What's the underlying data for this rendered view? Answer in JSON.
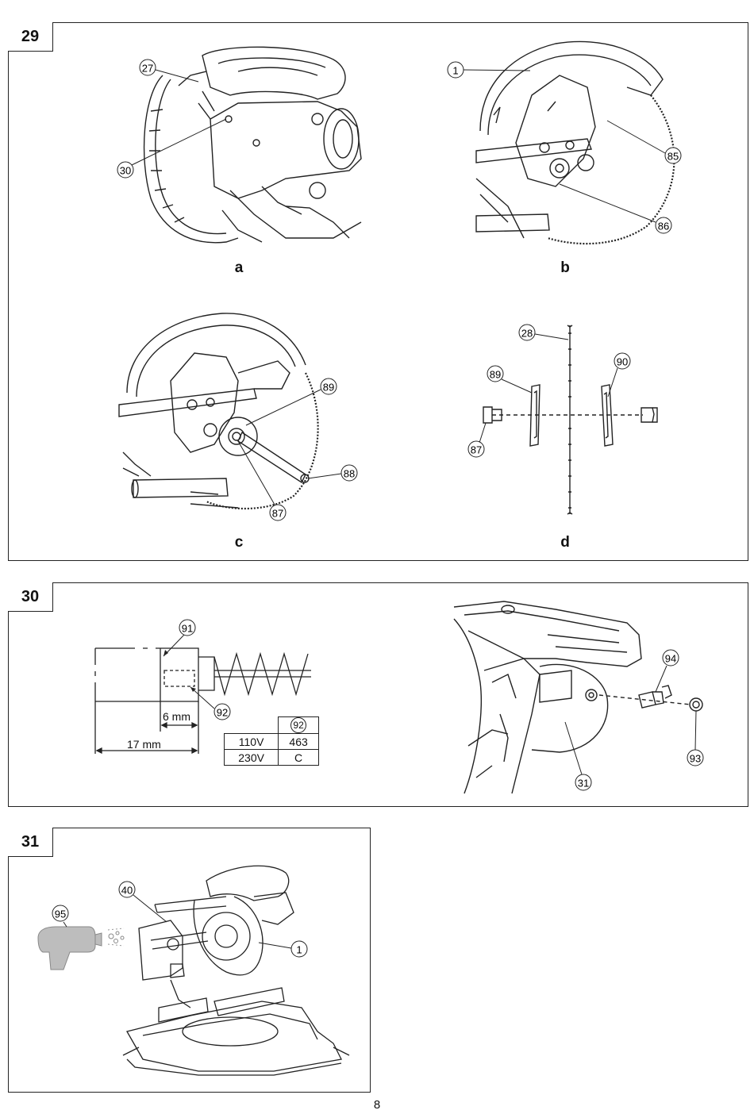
{
  "figure29": {
    "number": "29",
    "sub_labels": [
      "a",
      "b",
      "c",
      "d"
    ],
    "callouts": {
      "a": [
        "27",
        "30"
      ],
      "b": [
        "1",
        "85",
        "86"
      ],
      "c": [
        "89",
        "88",
        "87"
      ],
      "d": [
        "28",
        "89",
        "90",
        "87"
      ]
    }
  },
  "figure30": {
    "number": "30",
    "callouts": [
      "91",
      "92",
      "94",
      "93",
      "31"
    ],
    "dimension_short": "6 mm",
    "dimension_long": "17 mm",
    "table": {
      "header": [
        "",
        "92"
      ],
      "rows": [
        [
          "110V",
          "463"
        ],
        [
          "230V",
          "C"
        ]
      ]
    }
  },
  "figure31": {
    "number": "31",
    "callouts": [
      "95",
      "40",
      "1"
    ]
  },
  "page_number": "8"
}
